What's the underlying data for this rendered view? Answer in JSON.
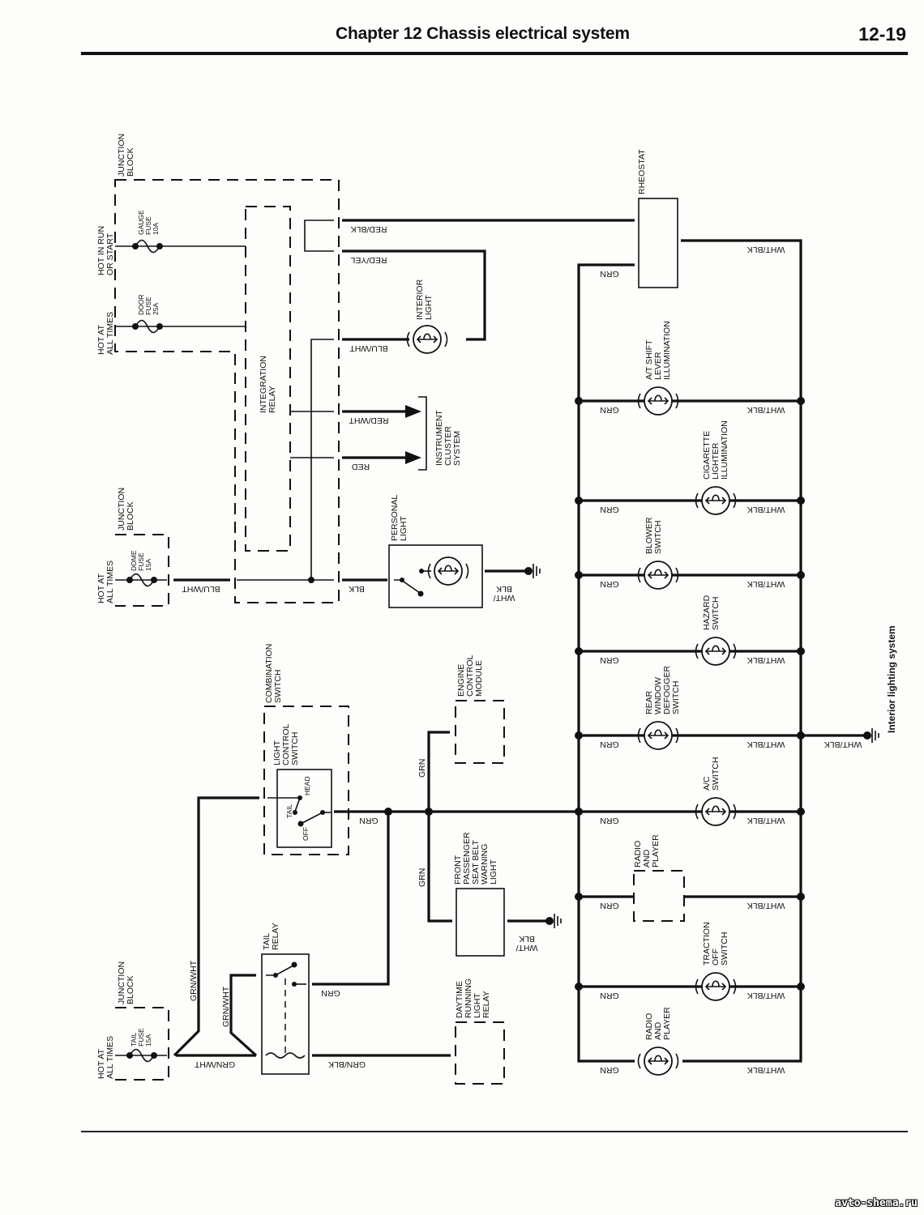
{
  "header": {
    "title": "Chapter 12   Chassis electrical system",
    "page_number": "12-19"
  },
  "diagram": {
    "caption": "Interior lighting system",
    "junction_blocks": [
      {
        "label": [
          "JUNCTION",
          "BLOCK"
        ],
        "sources": [
          {
            "label": [
              "HOT IN RUN",
              "OR START"
            ],
            "fuse": [
              "GAUGE",
              "FUSE",
              "10A"
            ]
          },
          {
            "label": [
              "HOT AT",
              "ALL TIMES"
            ],
            "fuse": [
              "DOOR",
              "FUSE",
              "25A"
            ]
          }
        ]
      },
      {
        "label": [
          "JUNCTION",
          "BLOCK"
        ],
        "sources": [
          {
            "label": [
              "HOT AT",
              "ALL TIMES"
            ],
            "fuse": [
              "DOME",
              "FUSE",
              "15A"
            ]
          }
        ]
      },
      {
        "label": [
          "JUNCTION",
          "BLOCK"
        ],
        "sources": [
          {
            "label": [
              "HOT AT",
              "ALL TIMES"
            ],
            "fuse": [
              "TAIL",
              "FUSE",
              "15A"
            ]
          }
        ]
      }
    ],
    "components": {
      "integration_relay": [
        "INTEGRATION",
        "RELAY"
      ],
      "interior_light": [
        "INTERIOR",
        "LIGHT"
      ],
      "instrument_cluster": [
        "INSTRUMENT",
        "CLUSTER",
        "SYSTEM"
      ],
      "personal_light": [
        "PERSONAL",
        "LIGHT"
      ],
      "rheostat": [
        "RHEOSTAT"
      ],
      "combination_switch": [
        "COMBINATION",
        "SWITCH"
      ],
      "light_control_switch": [
        "LIGHT",
        "CONTROL",
        "SWITCH"
      ],
      "switch_positions": {
        "head": "HEAD",
        "tail": "TAIL",
        "off": "OFF"
      },
      "engine_control_module": [
        "ENGINE",
        "CONTROL",
        "MODULE"
      ],
      "seat_belt_light": [
        "FRONT",
        "PASSENGER",
        "SEAT BELT",
        "WARNING",
        "LIGHT"
      ],
      "tail_relay": [
        "TAIL",
        "RELAY"
      ],
      "drl_relay": [
        "DAYTIME",
        "RUNNING",
        "LIGHT",
        "RELAY"
      ]
    },
    "illumination_branches": [
      {
        "label": [
          "A/T SHIFT",
          "LEVER",
          "ILLUMINATION"
        ],
        "left_wire": "GRN",
        "right_wire": "WHT/BLK",
        "type": "bulb"
      },
      {
        "label": [
          "CIGARETTE",
          "LIGHTER",
          "ILLUMINATION"
        ],
        "left_wire": "GRN",
        "right_wire": "WHT/BLK",
        "type": "bulb"
      },
      {
        "label": [
          "BLOWER",
          "SWITCH"
        ],
        "left_wire": "GRN",
        "right_wire": "WHT/BLK",
        "type": "bulb"
      },
      {
        "label": [
          "HAZARD",
          "SWITCH"
        ],
        "left_wire": "GRN",
        "right_wire": "WHT/BLK",
        "type": "bulb"
      },
      {
        "label": [
          "REAR",
          "WINDOW",
          "DEFOGGER",
          "SWITCH"
        ],
        "left_wire": "GRN",
        "right_wire": "WHT/BLK",
        "type": "bulb"
      },
      {
        "label": [
          "A/C",
          "SWITCH"
        ],
        "left_wire": "GRN",
        "right_wire": "WHT/BLK",
        "type": "bulb"
      },
      {
        "label": [
          "RADIO",
          "AND",
          "PLAYER"
        ],
        "left_wire": "GRN",
        "right_wire": "WHT/BLK",
        "type": "module"
      },
      {
        "label": [
          "TRACTION",
          "OFF",
          "SWITCH"
        ],
        "left_wire": "GRN",
        "right_wire": "WHT/BLK",
        "type": "bulb"
      },
      {
        "label": [
          "RADIO",
          "AND",
          "PLAYER"
        ],
        "left_wire": "GRN",
        "right_wire": "WHT/BLK",
        "type": "bulb"
      }
    ],
    "wires": {
      "red_blk": "RED/BLK",
      "red_yel": "RED/YEL",
      "blu_wht_interior": "BLU/WHT",
      "red_wht": "RED/WHT",
      "red": "RED",
      "blk": "BLK",
      "wht_blk_personal": [
        "WHT/",
        "BLK"
      ],
      "blu_wht_dome": "BLU/WHT",
      "rheostat_out": "WHT/BLK",
      "rheostat_grn": "GRN",
      "ground_main": "WHT/BLK",
      "switch_out": "GRN",
      "ecm_grn": "GRN",
      "seatbelt_grn": "GRN",
      "wht_blk_seatbelt": [
        "WHT/",
        "BLK"
      ],
      "grn_wht_1": "GRN/WHT",
      "grn_wht_2": "GRN/WHT",
      "grn_wht_3": "GRN/WHT",
      "tail_relay_grn": "GRN",
      "grn_blk": "GRN/BLK"
    }
  },
  "footer": {
    "watermark": "avto-shema.ru"
  }
}
